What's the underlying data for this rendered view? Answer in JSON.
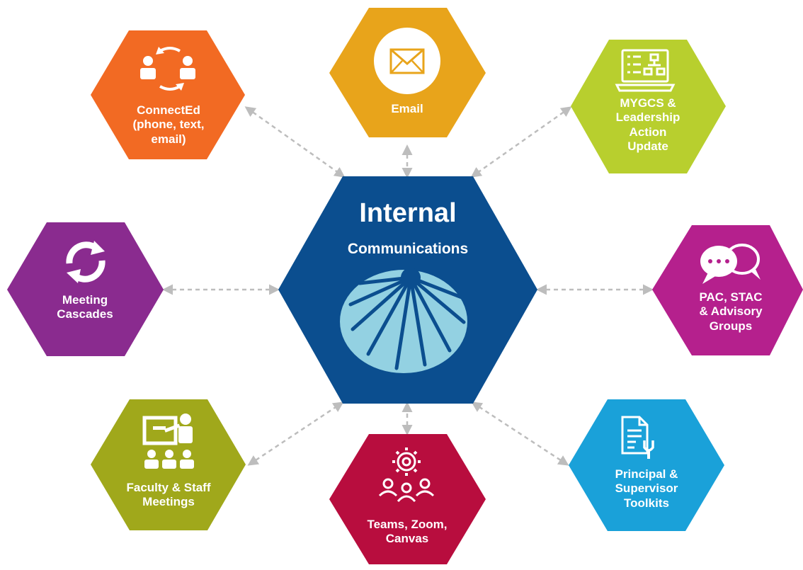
{
  "center": {
    "title": "Internal",
    "subtitle": "Communications",
    "color": "#0b4e8f"
  },
  "nodes": {
    "connected": {
      "lines": [
        "ConnectEd",
        "(phone, text,",
        "email)"
      ],
      "color": "#f26a23",
      "icon": "people-exchange-icon"
    },
    "email": {
      "lines": [
        "Email"
      ],
      "color": "#e8a41b",
      "icon": "envelope-icon"
    },
    "mygcs": {
      "lines": [
        "MYGCS &",
        "Leadership",
        "Action",
        "Update"
      ],
      "color": "#b8cf2e",
      "icon": "laptop-org-chart-icon"
    },
    "meeting": {
      "lines": [
        "Meeting",
        "Cascades"
      ],
      "color": "#8a2b8f",
      "icon": "refresh-arrows-icon"
    },
    "pac": {
      "lines": [
        "PAC, STAC",
        "& Advisory",
        "Groups"
      ],
      "color": "#b5208d",
      "icon": "chat-bubbles-icon"
    },
    "faculty": {
      "lines": [
        "Faculty & Staff",
        "Meetings"
      ],
      "color": "#a0a81b",
      "icon": "presentation-icon"
    },
    "teams": {
      "lines": [
        "Teams, Zoom,",
        "Canvas"
      ],
      "color": "#b80d3e",
      "icon": "team-gear-icon"
    },
    "principal": {
      "lines": [
        "Principal &",
        "Supervisor",
        "Toolkits"
      ],
      "color": "#1aa1d9",
      "icon": "document-wrench-icon"
    }
  },
  "connector_color": "#bdbdbd"
}
